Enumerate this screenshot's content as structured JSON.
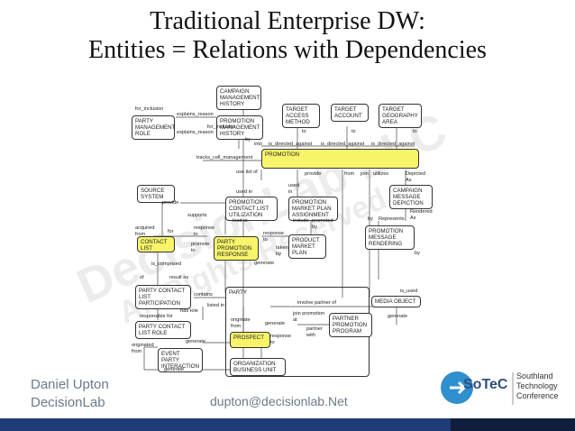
{
  "slide": {
    "title_line1": "Traditional Enterprise DW:",
    "title_line2": "Entities = Relations with Dependencies"
  },
  "entities": {
    "campaign_management_history": "CAMPAIGN\nMANAGEMENT\nHISTORY",
    "party_management_role": "PARTY\nMANAGEMENT\nROLE",
    "promotion_management_history": "PROMOTION\nMANAGEMENT\nHISTORY",
    "target_access_method": "TARGET\nACCESS\nMETHOD",
    "target_account": "TARGET\nACCOUNT",
    "target_geography_area": "TARGET\nGEOGRAPHY\nAREA",
    "promotion": "PROMOTION",
    "source_system": "SOURCE\nSYSTEM",
    "promotion_contact_list_utilization": "PROMOTION\nCONTACT LIST\nUTILIZATION",
    "promotion_market_plan_assignment": "PROMOTION\nMARKET PLAN\nASSIGNMENT",
    "campaign_message_depiction": "CAMPAIGN\nMESSAGE\nDEPICTION",
    "contact_list": "CONTACT\nLIST",
    "party_promotion_response": "PARTY\nPROMOTION\nRESPONSE",
    "product_market_plan": "PRODUCT\nMARKET\nPLAN",
    "promotion_message_rendering": "PROMOTION\nMESSAGE\nRENDERING",
    "party_contact_list_participation": "PARTY CONTACT\nLIST\nPARTICIPATION",
    "party": "PARTY",
    "media_object": "MEDIA OBJECT",
    "party_contact_list_role": "PARTY CONTACT\nLIST ROLE",
    "prospect": "PROSPECT",
    "partner_promotion_program": "PARTNER\nPROMOTION\nPROGRAM",
    "event_party_interaction": "EVENT PARTY\nINTERACTION",
    "organization_business_unit": "ORGANIZATION\nBUSINESS UNIT"
  },
  "relations": {
    "explains_reason_1": "explains_reason",
    "for_inclusion_1": "for_inclusion",
    "for_inclusion_2": "for_inclusion",
    "explains_reason_2": "explains_reason",
    "by_1": "by",
    "into": "into",
    "is_directed_against_1": "is_directed_against",
    "is_directed_against_2": "is_directed_against",
    "is_directed_against_3": "is_directed_against",
    "to_1": "to",
    "to_2": "to",
    "to_3": "to",
    "tracks_cell_management": "tracks_cell_management",
    "use_list_of": "use list of",
    "provide_1": "provide",
    "from": "from",
    "join": "join",
    "utilizes": "utilizes",
    "depicted_as": "Depicted\nAs",
    "used_in_1": "used in",
    "used_in_2": "used\nin",
    "provide_2": "provide",
    "supports": "supports",
    "lead_to": "lead to",
    "include": "include",
    "promoted_by": "promoted\nby",
    "by_2": "by",
    "represents": "Represents",
    "rendered_as": "Rendered\nAs",
    "acquired_from": "acquired\nfrom",
    "for_1": "for",
    "response_to_1": "response\nto",
    "promote_to": "promote\nto",
    "response_to_2": "response\nto",
    "taken_by": "taken\nby",
    "by_3": "by",
    "is_comprised": "is_comprised",
    "of": "of",
    "result_as": "result as",
    "generate_1": "generate",
    "contains": "contains",
    "listed_in": "listed in",
    "has_role": "has role",
    "is_used": "is_used",
    "involve_partner_of": "involve partner of",
    "responsible_for": "responsible for",
    "originate_from": "originate\nfrom",
    "generate_2": "generate",
    "join_promotion_at": "join promotion\nat",
    "partner_with": "partner\nwith",
    "generate_3": "generate",
    "response_to_3": "response\nto",
    "generate_4": "generate",
    "originated_from": "originated\nfrom",
    "generate_5": "generate"
  },
  "watermark": {
    "line1": "DecisionLab LLC",
    "line2": "All Rights Reserved"
  },
  "footer": {
    "name": "Daniel Upton",
    "org": "DecisionLab",
    "email": "dupton@decisionlab.Net"
  },
  "logo": {
    "mark": "SoTeC",
    "line1": "Southland",
    "line2": "Technology",
    "line3": "Conference"
  },
  "colors": {
    "highlight": "#f7f46a",
    "bottom_bar": "#1f3c78",
    "footer_text": "#6b7a8a"
  }
}
